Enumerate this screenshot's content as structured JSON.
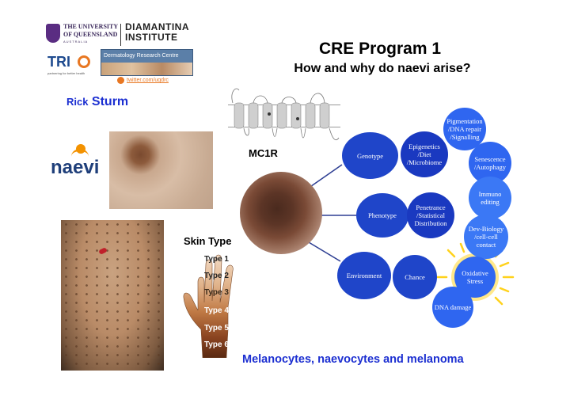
{
  "header": {
    "uq_line1": "THE UNIVERSITY",
    "uq_line2": "OF QUEENSLAND",
    "uq_line3": "AUSTRALIA",
    "diamantina_line1": "DIAMANTINA",
    "diamantina_line2": "INSTITUTE",
    "tri_label": "TRI",
    "tri_tagline": "partnering for better health",
    "drc_label": "Dermatology Research Centre",
    "twitter_handle": "twitter.com/uqdrc"
  },
  "title": {
    "main": "CRE Program 1",
    "subtitle": "How and why do naevi arise?"
  },
  "author": {
    "first": "Rick",
    "last": "Sturm"
  },
  "naevi_logo": "naevi",
  "labels": {
    "mc1r": "MC1R",
    "skin_type": "Skin Type",
    "footer": "Melanocytes, naevocytes and melanoma"
  },
  "skin_types": [
    "Type 1",
    "Type 2",
    "Type 3",
    "Type 4",
    "Type 5",
    "Type 6"
  ],
  "nodes": {
    "genotype": "Genotype",
    "phenotype": "Phenotype",
    "environment": "Environment",
    "epigenetics": "Epigenetics /Diet /Microbiome",
    "penetrance": "Penetrance /Statistical Distribution",
    "chance": "Chance",
    "pigmentation": "Pigmentation /DNA repair /Signalling",
    "senescence": "Senescence /Autophagy",
    "immuno": "Immuno editing",
    "devbio": "Dev-Biology /cell-cell contact",
    "oxidative": "Oxidative Stress",
    "dna_damage": "DNA damage"
  },
  "colors": {
    "title": "#000000",
    "footer": "#1c2fd1",
    "author": "#1c2fd1",
    "node_dark": "#1f45c9",
    "node_light": "#3b78f5",
    "sun": "#ffd21c"
  }
}
